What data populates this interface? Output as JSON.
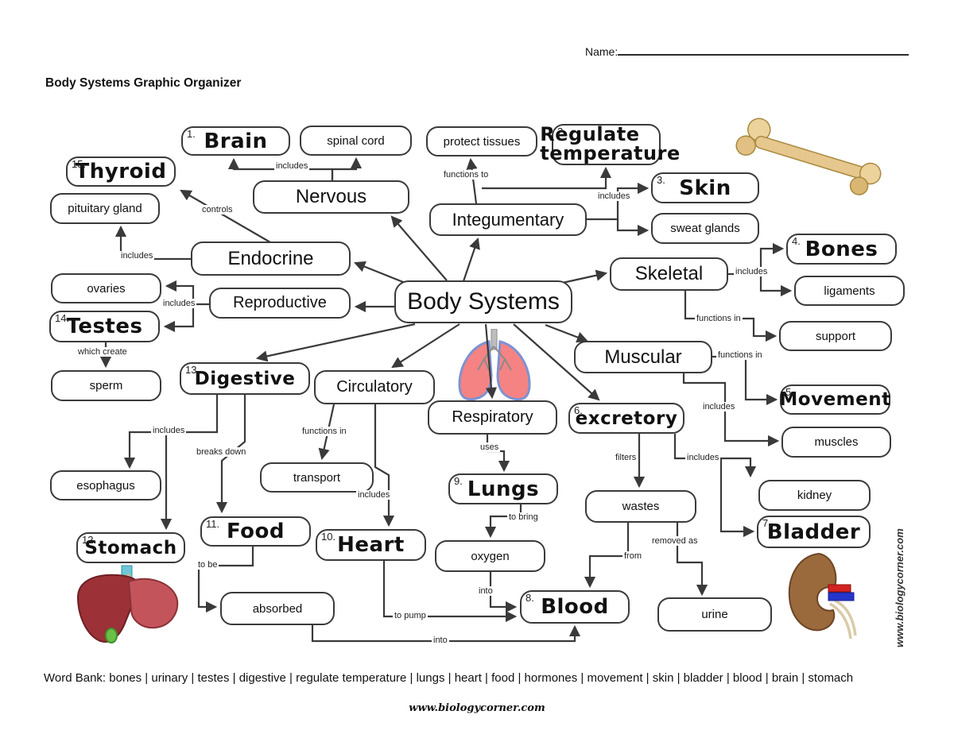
{
  "page": {
    "name_label": "Name:",
    "title": "Body Systems Graphic Organizer",
    "word_bank": "Word Bank: bones | urinary | testes | digestive | regulate temperature | lungs | heart | food | hormones | movement | skin | bladder | blood | brain | stomach",
    "footer_url": "www.biologycorner.com",
    "side_url": "www.biologycorner.com"
  },
  "colors": {
    "box_border": "#3a3a3a",
    "line": "#3a3a3a",
    "text": "#111111"
  },
  "nodes": [
    {
      "id": "brain",
      "number": "1.",
      "label": "Brain"
    },
    {
      "id": "spinal-cord",
      "label": "spinal cord"
    },
    {
      "id": "protect-tissues",
      "label": "protect tissues"
    },
    {
      "id": "regulate-temperature",
      "number": "2.",
      "label": "Regulate temperature"
    },
    {
      "id": "thyroid",
      "number": "15.",
      "label": "Thyroid"
    },
    {
      "id": "pituitary-gland",
      "label": "pituitary gland"
    },
    {
      "id": "nervous",
      "label": "Nervous"
    },
    {
      "id": "integumentary",
      "label": "Integumentary"
    },
    {
      "id": "skin",
      "number": "3.",
      "label": "Skin"
    },
    {
      "id": "sweat-glands",
      "label": "sweat glands"
    },
    {
      "id": "endocrine",
      "label": "Endocrine"
    },
    {
      "id": "skeletal",
      "label": "Skeletal"
    },
    {
      "id": "bones",
      "number": "4.",
      "label": "Bones"
    },
    {
      "id": "ligaments",
      "label": "ligaments"
    },
    {
      "id": "ovaries",
      "label": "ovaries"
    },
    {
      "id": "reproductive",
      "label": "Reproductive"
    },
    {
      "id": "body-systems",
      "label": "Body Systems"
    },
    {
      "id": "testes",
      "number": "14.",
      "label": "Testes"
    },
    {
      "id": "support",
      "label": "support"
    },
    {
      "id": "muscular",
      "label": "Muscular"
    },
    {
      "id": "sperm",
      "label": "sperm"
    },
    {
      "id": "digestive",
      "number": "13.",
      "label": "Digestive"
    },
    {
      "id": "circulatory",
      "label": "Circulatory"
    },
    {
      "id": "movement",
      "number": "5.",
      "label": "Movement"
    },
    {
      "id": "respiratory",
      "label": "Respiratory"
    },
    {
      "id": "excretory",
      "number": "6.",
      "label": "excretory"
    },
    {
      "id": "muscles",
      "label": "muscles"
    },
    {
      "id": "kidney",
      "label": "kidney"
    },
    {
      "id": "transport",
      "label": "transport"
    },
    {
      "id": "lungs",
      "number": "9.",
      "label": "Lungs"
    },
    {
      "id": "wastes",
      "label": "wastes"
    },
    {
      "id": "bladder",
      "number": "7.",
      "label": "Bladder"
    },
    {
      "id": "food",
      "number": "11.",
      "label": "Food"
    },
    {
      "id": "heart",
      "number": "10.",
      "label": "Heart"
    },
    {
      "id": "stomach",
      "number": "12.",
      "label": "Stomach"
    },
    {
      "id": "oxygen",
      "label": "oxygen"
    },
    {
      "id": "blood",
      "number": "8.",
      "label": "Blood"
    },
    {
      "id": "absorbed",
      "label": "absorbed"
    },
    {
      "id": "urine",
      "label": "urine"
    },
    {
      "id": "esophagus",
      "label": "esophagus"
    }
  ],
  "edge_labels": [
    {
      "text": "includes"
    },
    {
      "text": "functions to"
    },
    {
      "text": "includes"
    },
    {
      "text": "controls"
    },
    {
      "text": "includes"
    },
    {
      "text": "includes"
    },
    {
      "text": "includes"
    },
    {
      "text": "functions in"
    },
    {
      "text": "which create"
    },
    {
      "text": "functions in"
    },
    {
      "text": "includes"
    },
    {
      "text": "includes"
    },
    {
      "text": "breaks down"
    },
    {
      "text": "functions in"
    },
    {
      "text": "uses"
    },
    {
      "text": "filters"
    },
    {
      "text": "includes"
    },
    {
      "text": "includes"
    },
    {
      "text": "to bring"
    },
    {
      "text": "to be"
    },
    {
      "text": "removed as"
    },
    {
      "text": "from"
    },
    {
      "text": "into"
    },
    {
      "text": "to pump"
    },
    {
      "text": "into"
    }
  ]
}
